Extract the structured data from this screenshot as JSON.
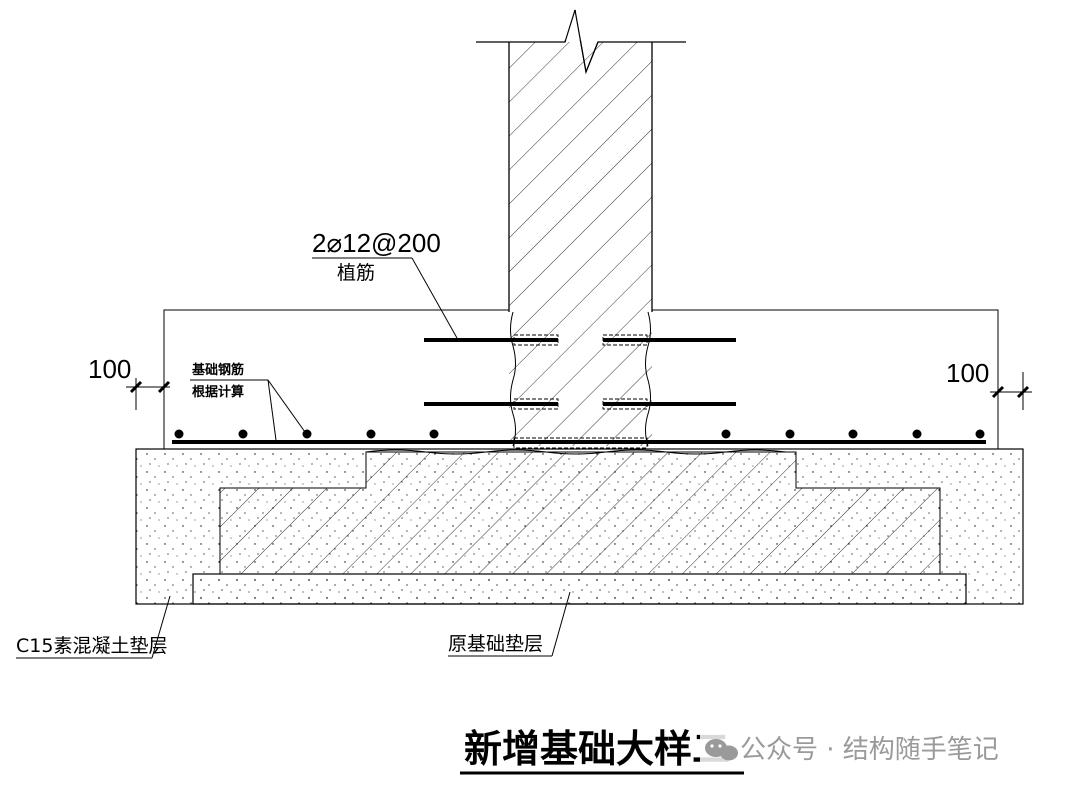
{
  "drawing": {
    "dowel_note": {
      "spec": "2⌀12@200",
      "desc": "植筋"
    },
    "rebar_note": {
      "line1": "基础钢筋",
      "line2": "根据计算"
    },
    "dimension_left": "100",
    "dimension_right": "100",
    "label_c15": "C15素混凝土垫层",
    "label_original": "原基础垫层",
    "title": "新增基础大样二"
  },
  "watermark": {
    "icon": "wechat-icon",
    "text": "公众号 · 结构随手笔记"
  },
  "colors": {
    "line": "#000000",
    "watermark": "#9a9a9a"
  }
}
